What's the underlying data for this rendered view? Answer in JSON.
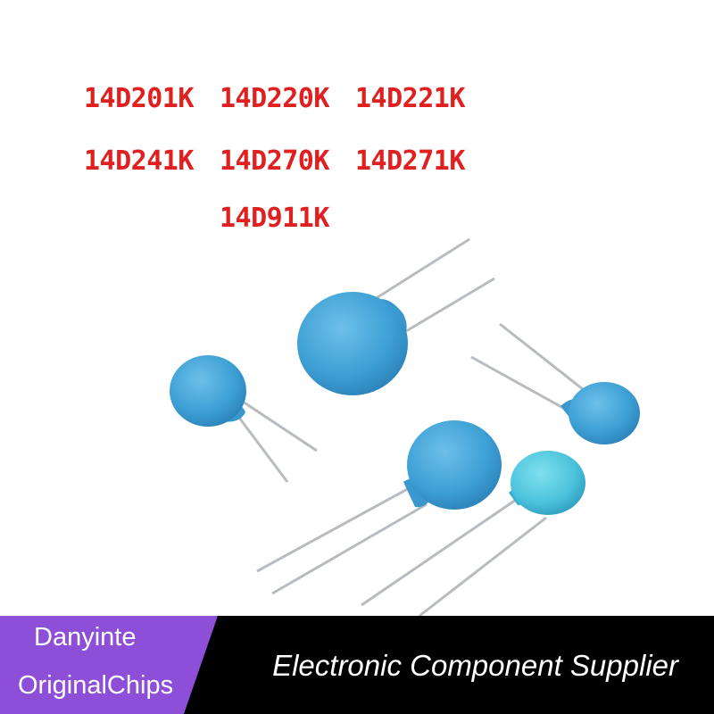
{
  "part_numbers": [
    "14D201K",
    "14D220K",
    "14D221K",
    "14D241K",
    "14D270K",
    "14D271K",
    "14D911K"
  ],
  "brand": {
    "line1": "Danyinte",
    "line2": "OriginalChips",
    "tagline": "Electronic Component Supplier"
  },
  "colors": {
    "part_number_text": "#e02020",
    "varistor_body": "#3d9fd4",
    "varistor_body_light": "#4cc3dc",
    "lead_wire": "#b8bcc0",
    "banner_left": "#8e4fd8",
    "banner_right": "#000000",
    "background": "#ffffff"
  }
}
